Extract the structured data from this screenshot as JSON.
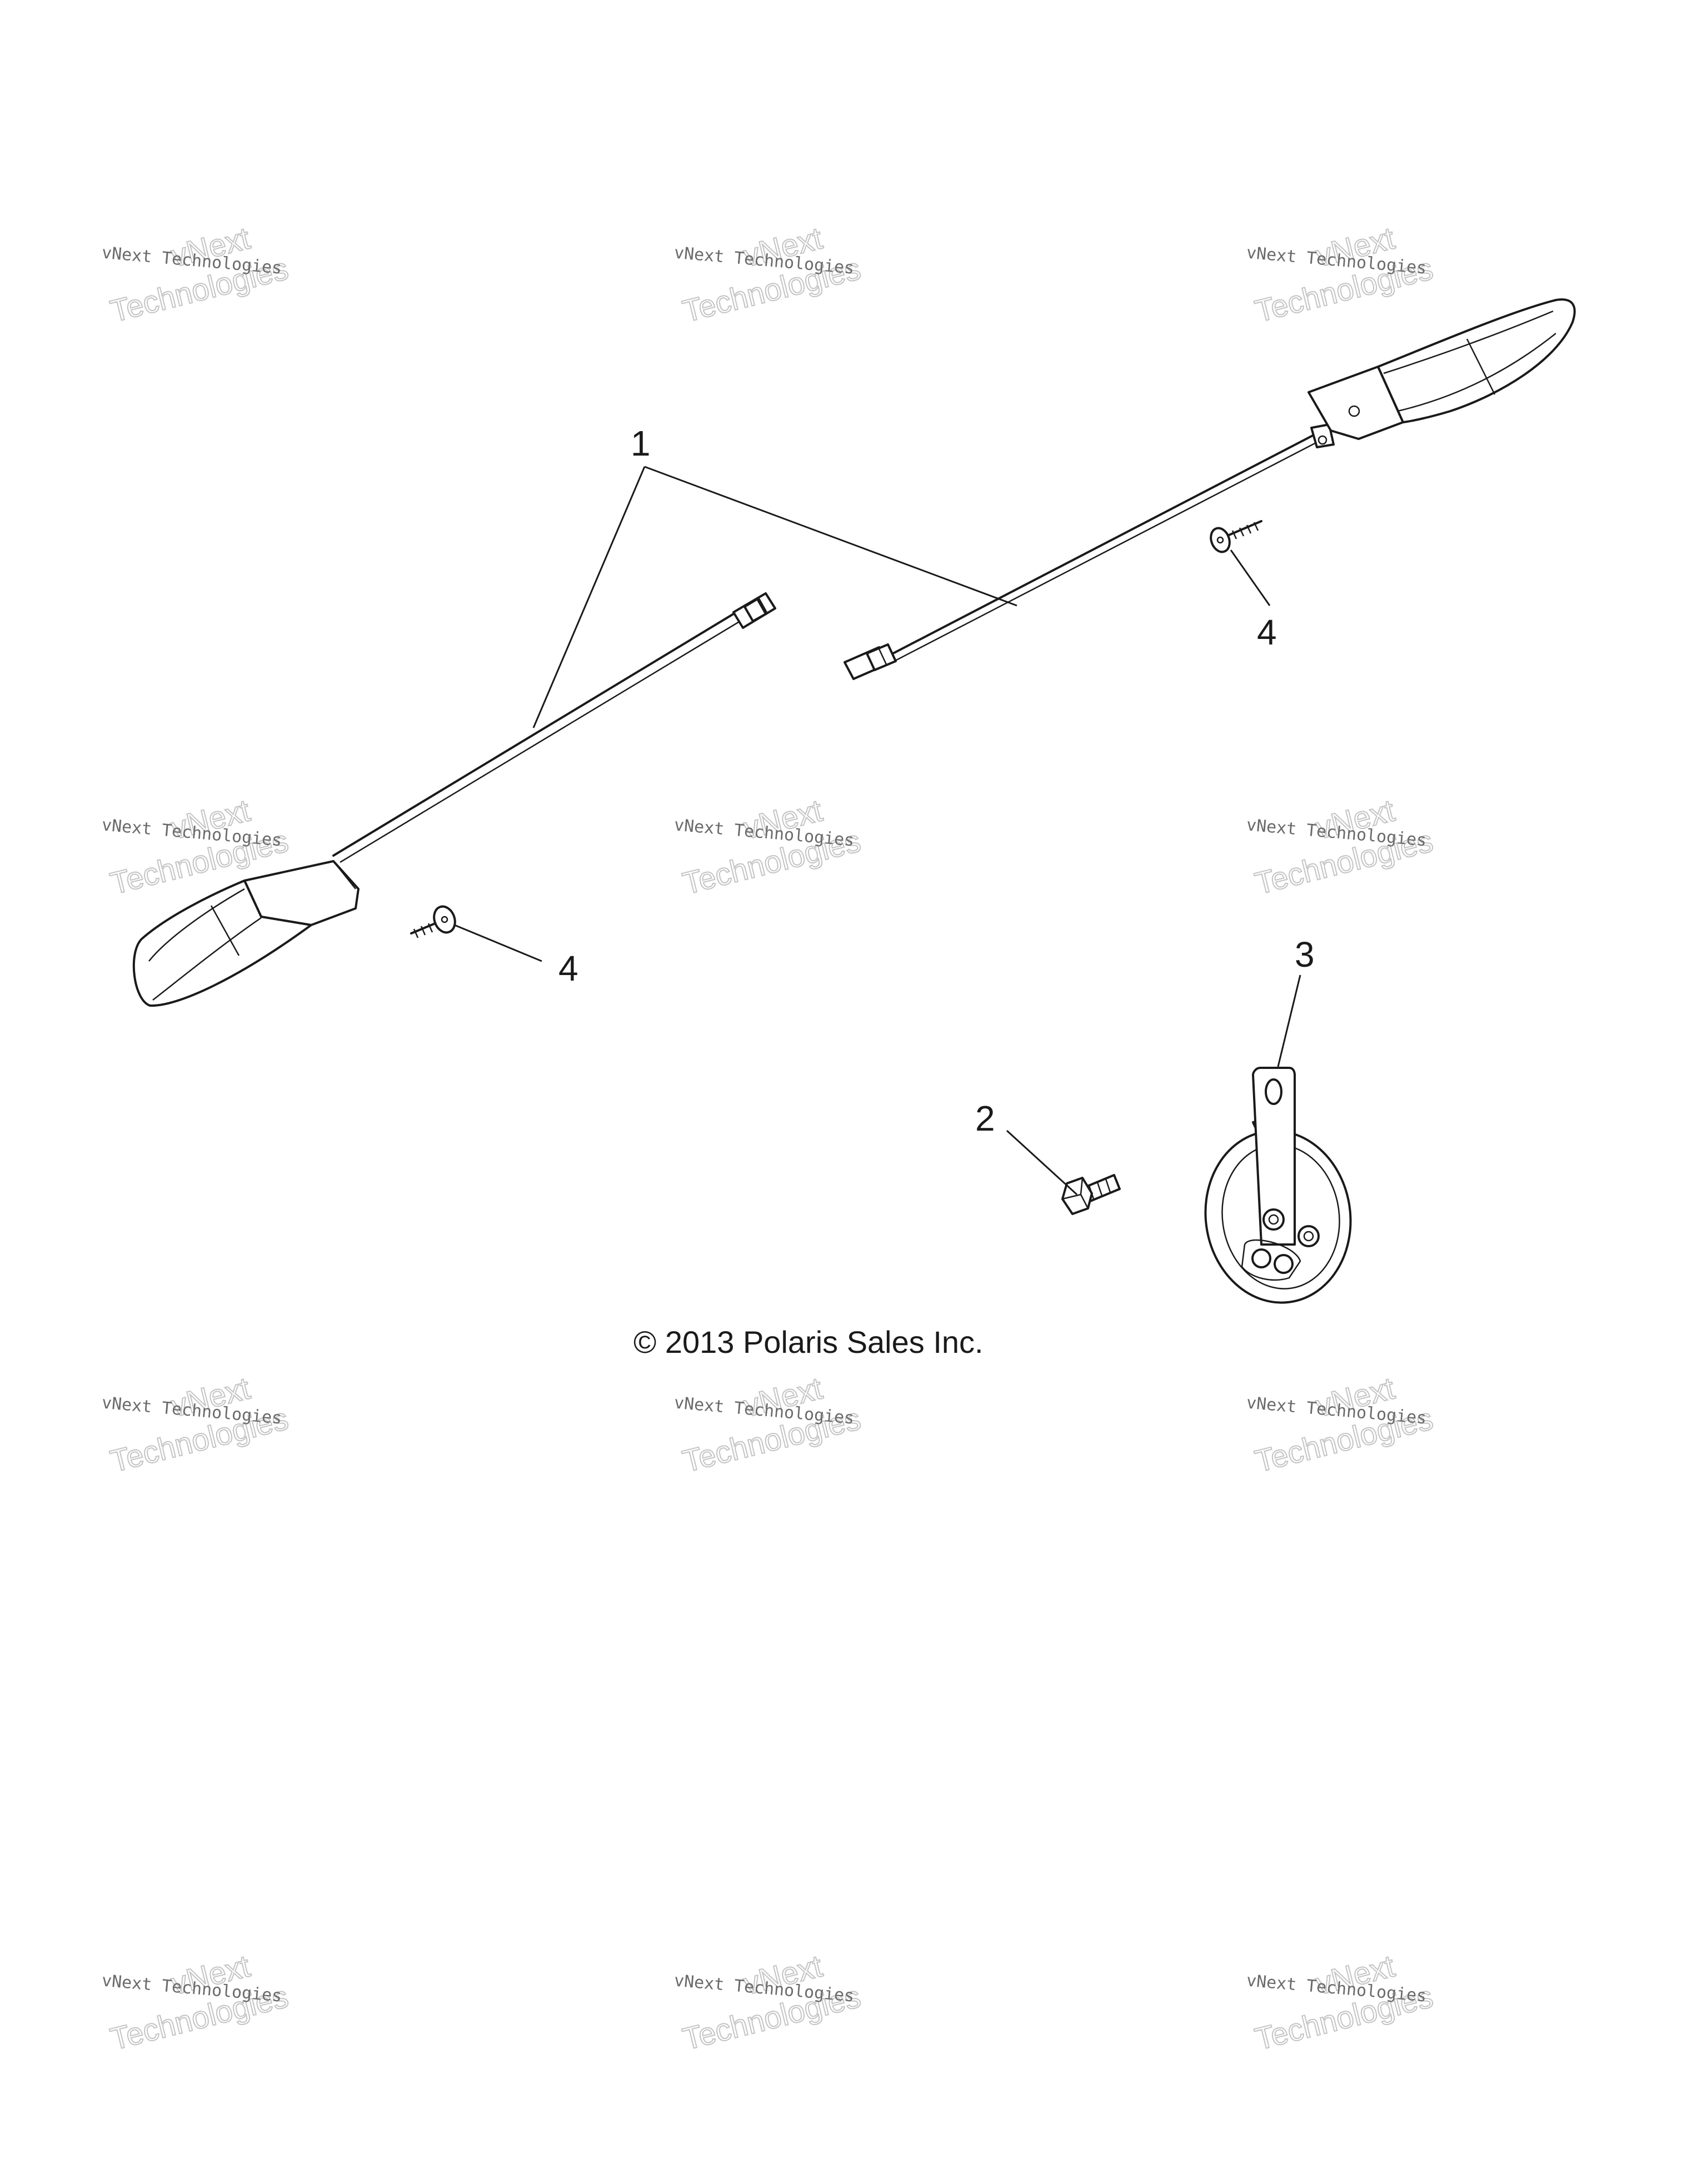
{
  "diagram": {
    "callouts": {
      "c1": "1",
      "c2": "2",
      "c3": "3",
      "c4_right": "4",
      "c4_left": "4"
    },
    "copyright": "© 2013 Polaris Sales Inc.",
    "watermark": {
      "line_small": "vNext Technologies",
      "big_word_1": "vNext",
      "big_word_2": "Technologies"
    }
  }
}
